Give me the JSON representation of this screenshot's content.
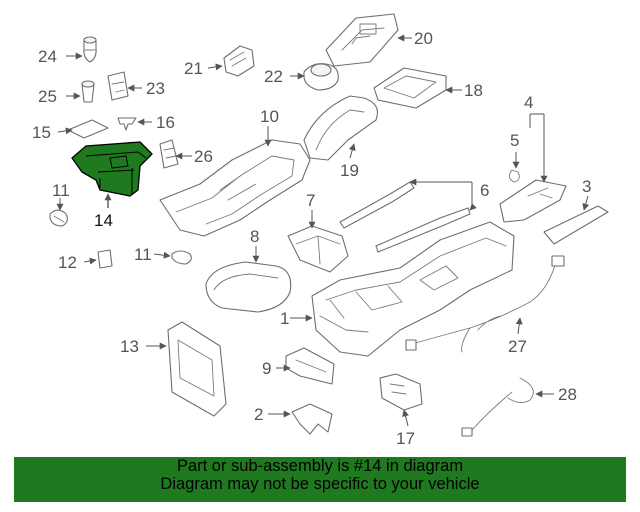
{
  "diagram": {
    "highlighted_part": "14",
    "highlight_color": "#1f7a1f",
    "callouts": {
      "c1": "1",
      "c2": "2",
      "c3": "3",
      "c4": "4",
      "c5": "5",
      "c6": "6",
      "c7": "7",
      "c8": "8",
      "c9": "9",
      "c10": "10",
      "c11a": "11",
      "c11b": "11",
      "c12": "12",
      "c13": "13",
      "c14": "14",
      "c15": "15",
      "c16": "16",
      "c17": "17",
      "c18": "18",
      "c19": "19",
      "c20": "20",
      "c21": "21",
      "c22": "22",
      "c23": "23",
      "c24": "24",
      "c25": "25",
      "c26": "26",
      "c27": "27",
      "c28": "28"
    }
  },
  "banner": {
    "line1": "Part or sub-assembly is #14 in diagram",
    "line2": "Diagram may not be specific to your vehicle",
    "background": "#1f7a1f"
  }
}
